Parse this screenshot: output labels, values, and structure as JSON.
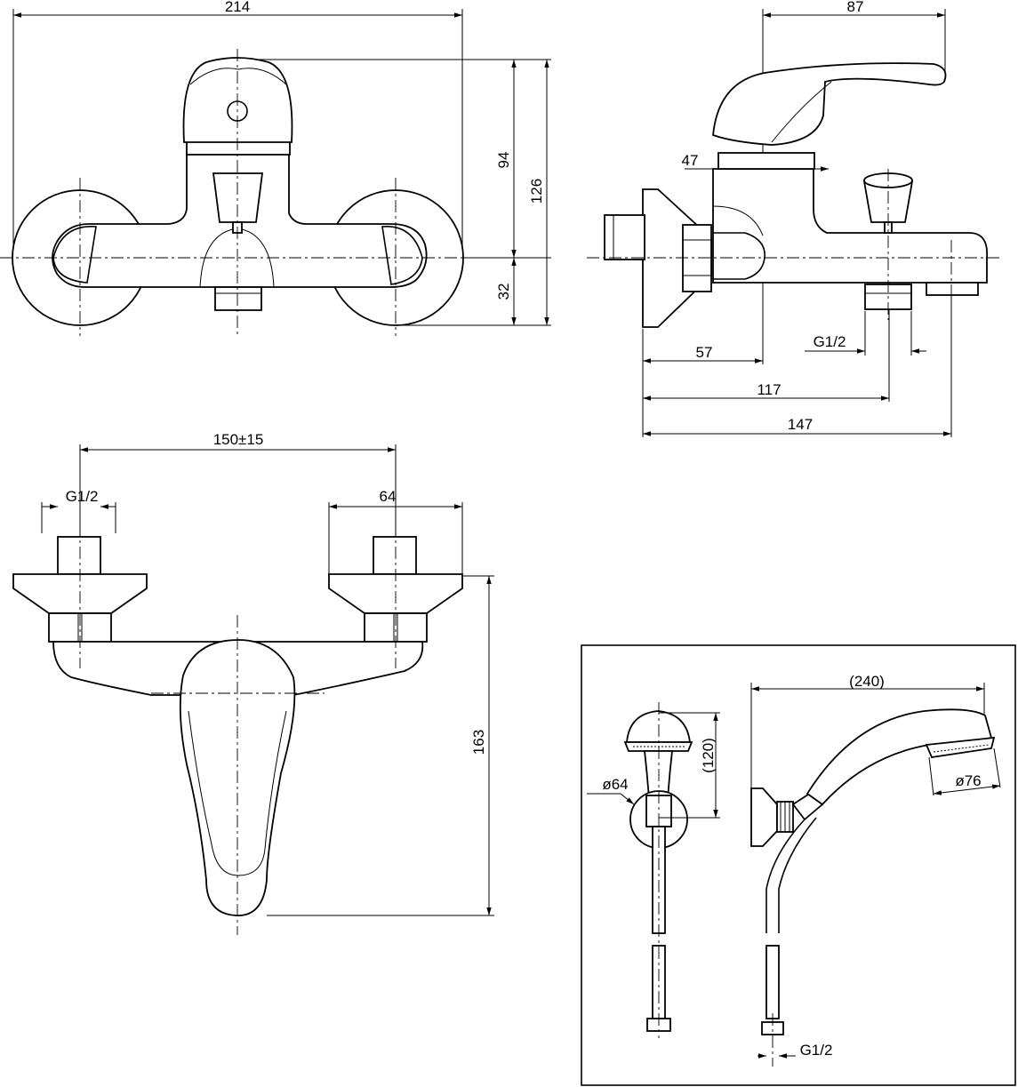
{
  "views": {
    "front": {
      "dimensions": {
        "width": "214",
        "height_upper": "94",
        "height_total": "126",
        "height_lower": "32"
      }
    },
    "side": {
      "dimensions": {
        "handle_reach": "87",
        "diameter": "47",
        "wall_to_axis": "57",
        "wall_to_outlet": "117",
        "depth": "147",
        "outlet_thread": "G1/2"
      }
    },
    "bottom": {
      "dimensions": {
        "spacing": "150±15",
        "thread": "G1/2",
        "flange_diameter": "64",
        "height": "163"
      }
    },
    "shower_set": {
      "dimensions": {
        "head_height": "(120)",
        "holder_diameter": "ø64",
        "reach": "(240)",
        "head_diameter": "ø76",
        "hose_thread": "G1/2"
      }
    }
  }
}
